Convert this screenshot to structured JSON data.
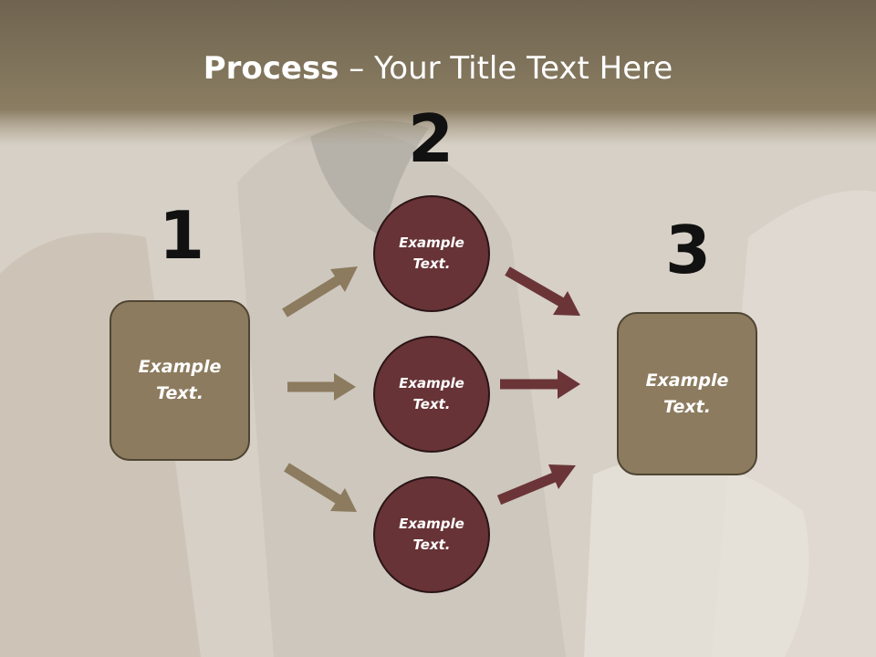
{
  "title": {
    "bold": "Process",
    "rest": " – Your Title Text Here"
  },
  "steps": {
    "one": "1",
    "two": "2",
    "three": "3"
  },
  "left_box": {
    "text": "Example Text."
  },
  "right_box": {
    "text": "Example Text."
  },
  "circles": [
    {
      "text": "Example Text."
    },
    {
      "text": "Example Text."
    },
    {
      "text": "Example Text."
    }
  ],
  "colors": {
    "header": "#7d6f57",
    "box": "#8c7b5e",
    "circle": "#673336",
    "arrow_in": "#8c7b5e",
    "arrow_out": "#6b3538"
  }
}
